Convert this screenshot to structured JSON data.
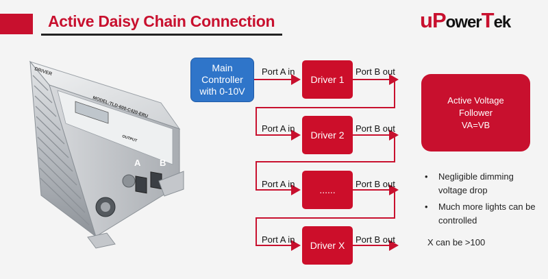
{
  "header": {
    "title": "Active Daisy Chain Connection"
  },
  "logo": {
    "parts": [
      "u",
      "P",
      "ower",
      "T",
      "ek"
    ]
  },
  "controller": {
    "lines": [
      "Main",
      "Controller",
      "with 0-10V"
    ]
  },
  "drivers": [
    {
      "label": "Driver 1",
      "port_in": "Port A in",
      "port_out": "Port B out"
    },
    {
      "label": "Driver 2",
      "port_in": "Port A in",
      "port_out": "Port B out"
    },
    {
      "label": "......",
      "port_in": "Port A in",
      "port_out": "Port B out"
    },
    {
      "label": "Driver X",
      "port_in": "Port A in",
      "port_out": "Port B out"
    }
  ],
  "follower_box": {
    "line1": "Active Voltage",
    "line2": "Follower",
    "formula": "VA=VB"
  },
  "bullets": [
    "Negligible dimming voltage drop",
    "Much more lights can be controlled"
  ],
  "note": "X can be >100",
  "product": {
    "top_label": "DRIVER",
    "model": "MODEL:TLD-600-C420-ERU",
    "output_label": "OUTPUT",
    "port_a": "A",
    "port_b": "B"
  },
  "colors": {
    "brand_red": "#c8102e",
    "controller_blue": "#2f75c9"
  }
}
